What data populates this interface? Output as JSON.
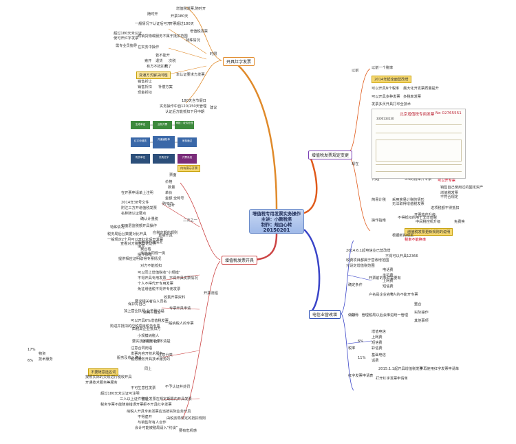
{
  "center": {
    "line1": "增值税专用发票实务操作",
    "line2": "主讲：小颜税务",
    "line3": "制作：规由心转",
    "date": "20150201"
  },
  "branches": {
    "top_left": "开具红字发票",
    "bottom_left": "增值税发票开具",
    "top_right": "增值税发票规定变更",
    "bottom_right": "电信业营改增"
  },
  "red_invoice": {
    "timing": "时限",
    "suggest": "建议",
    "items": [
      "增值税发票,随时开",
      "随时开",
      "开票180天",
      "一般情况下认证后可开",
      "开票超过180天",
      "增值税发票",
      "超过180天未认证",
      "使可开红字发票",
      "购销货物或服务不属于抵扣范围",
      "特殊情况",
      "需专业员指导",
      "在实务中操作",
      "本认证要求方发票",
      "若不能开",
      "索开",
      "退货",
      "次税",
      "有方不抵扣机",
      "开了",
      "变通方式解决问题",
      "补偿方案",
      "销售折让",
      "销售折扣",
      "现金折扣",
      "180天含节假日",
      "实务操作中自120/150天管理",
      "认证后方能抵扣下月中期"
    ]
  },
  "flowchart": {
    "nodes": [
      "生成单证",
      "业务开票",
      "审核 / 收件处理",
      "红票开票",
      "红字申请表",
      "开通通知单",
      "审核通过",
      "税局开具",
      "购货单位",
      "开具红字",
      "开票系统"
    ],
    "tip": "内有演示开票"
  },
  "issue": {
    "open_flow": "开票流程",
    "right_label": "二次之一",
    "sections": [
      "票面",
      "价格",
      "数量",
      "单价",
      "金额",
      "合计",
      "在开票申请单上注明",
      "全称号",
      "2014年38号文件",
      "购买方",
      "附注三方开增值税发票",
      "名称随认证要点",
      "确认计量税",
      "扣面层监税额开具操作",
      "应税定期的规则",
      "税务局后台数据对比开具",
      "一般规定2个月可以开红化后开发票",
      "特殊情况",
      "直接开具",
      "需取消开具情况",
      "填写",
      "查看对方税务登记证照",
      "我合格",
      "非开合同规一类",
      "提供相应证明取得专票情况",
      "操作推荐",
      "对方不能抵扣",
      "可以同上增值税收“小规模”",
      "不得开具发票情况",
      "不得开具专用发票",
      "个人不得代开专用发票",
      "免征增值税不得开专用发票",
      "收集开票资料",
      "保护好自己",
      "要求相关者在人员名",
      "专票开具申请",
      "加上营业执照,业务登记证",
      "做到三证合一",
      "可以开具6%增值税发票",
      "一般纳税人的专票",
      "购进并抵扣的应税项目税务专票",
      "由税局企业抵扣方",
      "小规模纳税人",
      "在实务中分不清楚",
      "要实技术服务合同",
      "注意合同用语",
      "发票内容开技术服务",
      "税务服务开具技术服务的",
      "注意分类",
      "17%",
      "6%",
      "物资",
      "技术服务",
      "服务及收入确认",
      "同上",
      "不要随意选名词",
      "按照实际的交易进行税收开具",
      "开通技术服务等服务",
      "不可生意性发票",
      "超过180天未认证可注明",
      "防止发票在规定期限内开具发票",
      "三人以上证件管理",
      "税务专票不能随意错误开票",
      "拒不开具红字发票",
      "不予认证并处罚",
      "纳税人开具专用发票应当按实际业务开具",
      "不得虚开",
      "由税务局规定的抵扣规则",
      "与销售所有人合作",
      "会计可能被税局请入“约谈”",
      "要有危机感"
    ]
  },
  "rule_change": {
    "before": "以前",
    "now": "现在",
    "items": [
      "以前一个税率",
      "2014年起全面营改增",
      "可以开具N个税率",
      "最大化开发票质量提升",
      "可以开具多种发票",
      "多税率发票",
      "发票多页开具打印全技术",
      "问题",
      "3%的税率开专票",
      "可以开专票",
      "简易计税",
      "采用简易计税的情形",
      "销售自己使用过的固定资产",
      "增值税发票",
      "不符合规定",
      "无法取得增值税发票",
      "不得抵扣的用于非增值税",
      "进项税额不得抵扣",
      "操作指南",
      "开票软件升级",
      "中间税控机升级",
      "免费换",
      "增值税发票更新规则的说明",
      "根据新的规定",
      "税率不能换率"
    ],
    "invoice": {
      "title": "北京增值税专用发票",
      "number": "No 02765551",
      "code": "3300133130"
    }
  },
  "telecom": {
    "items": [
      "2014.6.1起电信业已营改增",
      "收费项目都属于营改增范围",
      "只设定增值税范围",
      "不得可以开具12366",
      "确定条件",
      "开票前的条件需要有",
      "电话费",
      "手机费",
      "上网费",
      "短信费",
      "户名是企业名称",
      "个人的不能开专票",
      "做法",
      "说明：管理税局以后会推进统一管理",
      "整合",
      "实际操作",
      "其他事项",
      "税率",
      "6%",
      "11%",
      "增值电信",
      "上网费",
      "短信费",
      "彩信费",
      "基础电信",
      "话费",
      "红字发票申请表",
      "2015.1.1起开具增值税发票",
      "不再使用红字发票申请单",
      "打开红字发票申请单"
    ]
  },
  "colors": {
    "orange": "#e08a2a",
    "red": "#cc4444",
    "purple": "#7a3fb5",
    "blue": "#2c4fb8",
    "highlight": "#f5d76e"
  }
}
